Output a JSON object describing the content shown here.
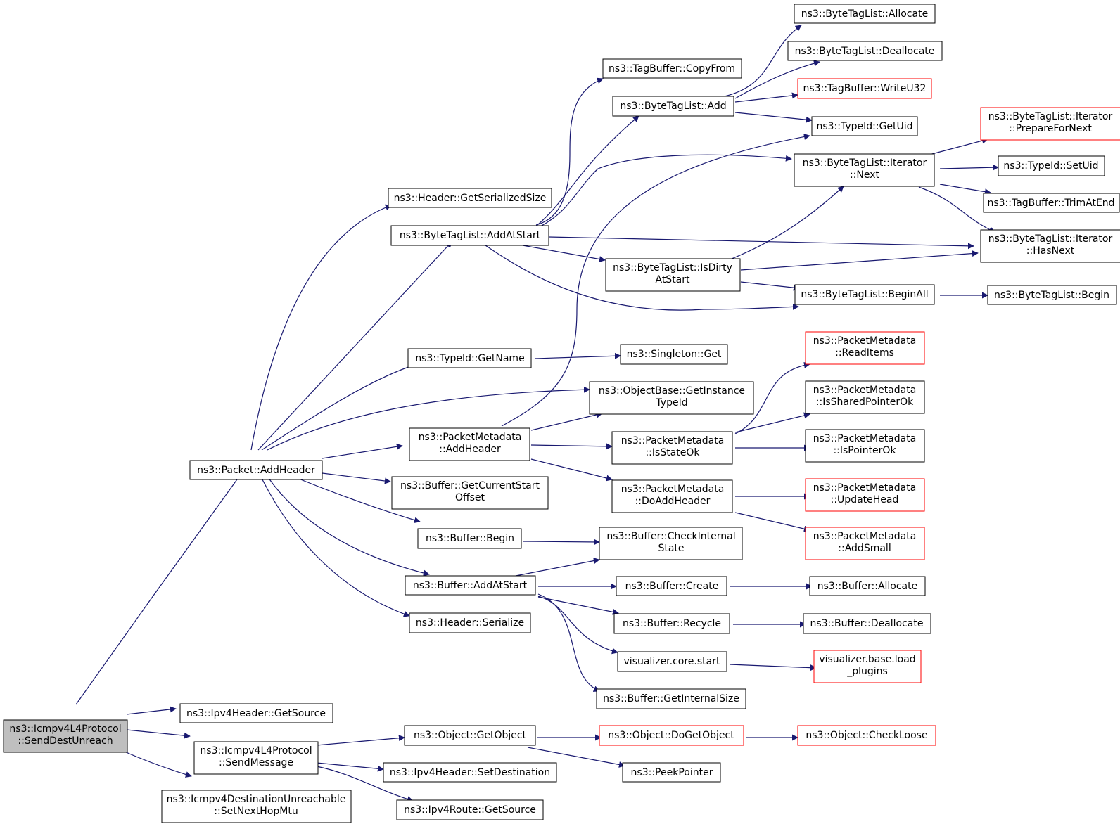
{
  "colors": {
    "edge": "#191970",
    "black_box": "#000000",
    "red_box": "#ff0000",
    "root_fill": "#bfbfbf",
    "node_fill": "#ffffff"
  },
  "nodes": {
    "root": [
      "ns3::Icmpv4L4Protocol",
      "::SendDestUnreach"
    ],
    "packet_addheader": [
      "ns3::Packet::AddHeader"
    ],
    "ipv4hdr_getsource": [
      "ns3::Ipv4Header::GetSource"
    ],
    "sendmessage": [
      "ns3::Icmpv4L4Protocol",
      "::SendMessage"
    ],
    "setnexthopmtu": [
      "ns3::Icmpv4DestinationUnreachable",
      "::SetNextHopMtu"
    ],
    "hdr_getserializedsize": [
      "ns3::Header::GetSerializedSize"
    ],
    "btl_addatstart": [
      "ns3::ByteTagList::AddAtStart"
    ],
    "typeid_getname": [
      "ns3::TypeId::GetName"
    ],
    "pm_addheader": [
      "ns3::PacketMetadata",
      "::AddHeader"
    ],
    "buf_getcurrentstartoffset": [
      "ns3::Buffer::GetCurrentStart",
      "Offset"
    ],
    "buf_begin": [
      "ns3::Buffer::Begin"
    ],
    "buf_addatstart": [
      "ns3::Buffer::AddAtStart"
    ],
    "hdr_serialize": [
      "ns3::Header::Serialize"
    ],
    "obj_getobject": [
      "ns3::Object::GetObject"
    ],
    "ipv4hdr_setdestination": [
      "ns3::Ipv4Header::SetDestination"
    ],
    "ipv4route_getsource": [
      "ns3::Ipv4Route::GetSource"
    ],
    "tagbuf_copyfrom": [
      "ns3::TagBuffer::CopyFrom"
    ],
    "btl_add": [
      "ns3::ByteTagList::Add"
    ],
    "btl_isdirtyatstart": [
      "ns3::ByteTagList::IsDirty",
      "AtStart"
    ],
    "singleton_get": [
      "ns3::Singleton::Get"
    ],
    "objbase_getinstancetypeid": [
      "ns3::ObjectBase::GetInstance",
      "TypeId"
    ],
    "pm_isstateok": [
      "ns3::PacketMetadata",
      "::IsStateOk"
    ],
    "pm_doaddheader": [
      "ns3::PacketMetadata",
      "::DoAddHeader"
    ],
    "buf_checkinternalstate": [
      "ns3::Buffer::CheckInternal",
      "State"
    ],
    "buf_create": [
      "ns3::Buffer::Create"
    ],
    "buf_recycle": [
      "ns3::Buffer::Recycle"
    ],
    "vis_core_start": [
      "visualizer.core.start"
    ],
    "buf_getinternalsize": [
      "ns3::Buffer::GetInternalSize"
    ],
    "obj_dogetobject": [
      "ns3::Object::DoGetObject"
    ],
    "peekpointer": [
      "ns3::PeekPointer"
    ],
    "btl_allocate": [
      "ns3::ByteTagList::Allocate"
    ],
    "btl_deallocate": [
      "ns3::ByteTagList::Deallocate"
    ],
    "tagbuf_writeu32": [
      "ns3::TagBuffer::WriteU32"
    ],
    "typeid_getuid": [
      "ns3::TypeId::GetUid"
    ],
    "btl_it_next": [
      "ns3::ByteTagList::Iterator",
      "::Next"
    ],
    "btl_beginall": [
      "ns3::ByteTagList::BeginAll"
    ],
    "pm_readitems": [
      "ns3::PacketMetadata",
      "::ReadItems"
    ],
    "pm_issharedpointerok": [
      "ns3::PacketMetadata",
      "::IsSharedPointerOk"
    ],
    "pm_ispointerok": [
      "ns3::PacketMetadata",
      "::IsPointerOk"
    ],
    "pm_updatehead": [
      "ns3::PacketMetadata",
      "::UpdateHead"
    ],
    "pm_addsmall": [
      "ns3::PacketMetadata",
      "::AddSmall"
    ],
    "buf_allocate": [
      "ns3::Buffer::Allocate"
    ],
    "buf_deallocate": [
      "ns3::Buffer::Deallocate"
    ],
    "vis_base_loadplugins": [
      "visualizer.base.load",
      "_plugins"
    ],
    "obj_checkloose": [
      "ns3::Object::CheckLoose"
    ],
    "btl_it_preparefornext": [
      "ns3::ByteTagList::Iterator",
      "::PrepareForNext"
    ],
    "typeid_setuid": [
      "ns3::TypeId::SetUid"
    ],
    "tagbuf_trimatend": [
      "ns3::TagBuffer::TrimAtEnd"
    ],
    "btl_it_hasnext": [
      "ns3::ByteTagList::Iterator",
      "::HasNext"
    ],
    "btl_begin": [
      "ns3::ByteTagList::Begin"
    ]
  }
}
